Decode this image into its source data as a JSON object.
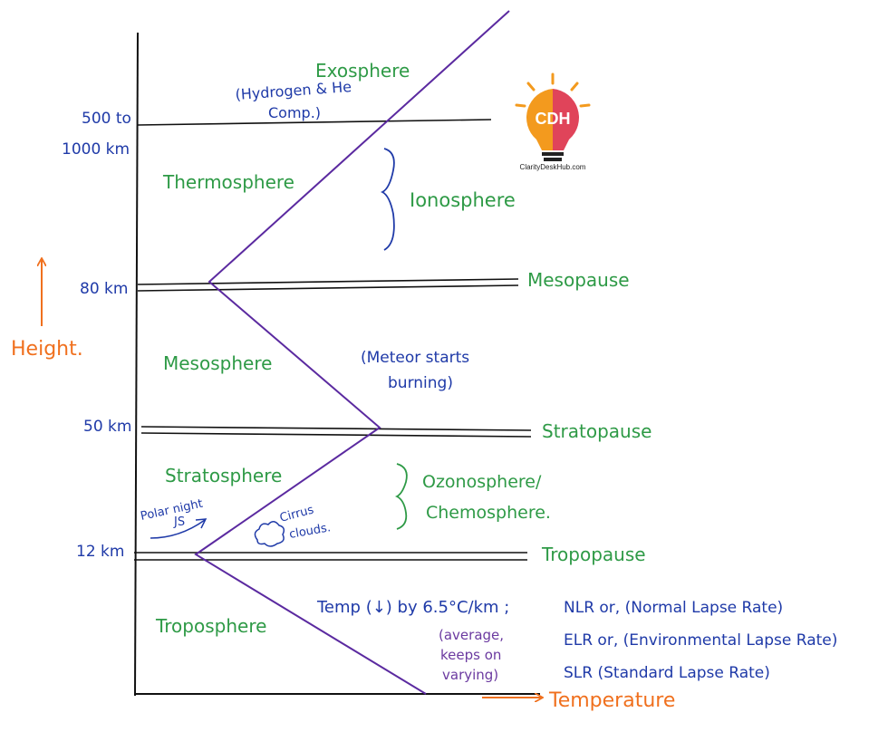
{
  "colors": {
    "axis": "#111111",
    "layer_label": "#2e9a46",
    "note": "#1f3aa8",
    "temperature_curve": "#5b2aa0",
    "arrow": "#f0701e",
    "logo_left": "#f39a1e",
    "logo_right": "#e0445a"
  },
  "axis": {
    "height_label": "Height.",
    "temperature_label": "Temperature"
  },
  "altitudes": {
    "exosphere_base_line1": "500 to",
    "exosphere_base_line2": "1000 km",
    "mesopause": "80 km",
    "stratopause": "50 km",
    "tropopause": "12 km"
  },
  "layers": {
    "exosphere": "Exosphere",
    "thermosphere": "Thermosphere",
    "mesosphere": "Mesosphere",
    "stratosphere": "Stratosphere",
    "troposphere": "Troposphere"
  },
  "boundaries": {
    "mesopause": "Mesopause",
    "stratopause": "Stratopause",
    "tropopause": "Tropopause"
  },
  "notes": {
    "exosphere_comp_line1": "(Hydrogen & He",
    "exosphere_comp_line2": "Comp.)",
    "ionosphere": "Ionosphere",
    "meteor_line1": "(Meteor starts",
    "meteor_line2": "burning)",
    "ozonosphere": "Ozonosphere/",
    "chemosphere": "Chemosphere.",
    "polar_night_line1": "Polar night",
    "polar_night_line2": "JS",
    "cirrus_line1": "Cirrus",
    "cirrus_line2": "clouds.",
    "lapse_rate": "Temp (↓) by 6.5°C/km ;",
    "average_line1": "(average,",
    "average_line2": "keeps on",
    "average_line3": "varying)",
    "nlr": "NLR or, (Normal Lapse Rate)",
    "elr": "ELR or, (Environmental Lapse Rate)",
    "slr": "SLR (Standard Lapse Rate)"
  },
  "logo": {
    "text": "CDH",
    "site": "ClarityDeskHub.com"
  }
}
